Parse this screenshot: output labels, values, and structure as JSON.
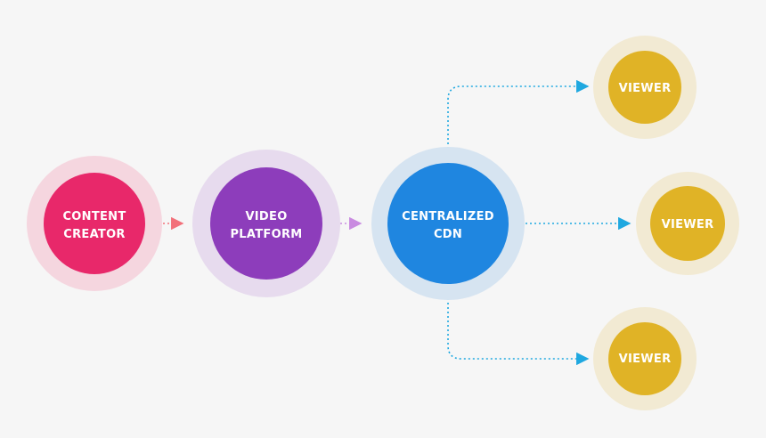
{
  "nodes": {
    "creator": {
      "line1": "CONTENT",
      "line2": "CREATOR",
      "color": "#e8286a",
      "halo": "#f5d6df"
    },
    "platform": {
      "line1": "VIDEO",
      "line2": "PLATFORM",
      "color": "#8d3dbb",
      "halo": "#e7dbee"
    },
    "cdn": {
      "line1": "CENTRALIZED",
      "line2": "CDN",
      "color": "#1f86e0",
      "halo": "#d6e4f1"
    },
    "viewer_top": {
      "label": "VIEWER",
      "color": "#e0b326",
      "halo": "#f2ead3"
    },
    "viewer_mid": {
      "label": "VIEWER",
      "color": "#e0b326",
      "halo": "#f2ead3"
    },
    "viewer_bottom": {
      "label": "VIEWER",
      "color": "#e0b326",
      "halo": "#f2ead3"
    }
  },
  "connectors": {
    "creator_to_platform": "#f2707a",
    "platform_to_cdn": "#c98be0",
    "cdn_to_viewers": "#1fa8e0"
  }
}
